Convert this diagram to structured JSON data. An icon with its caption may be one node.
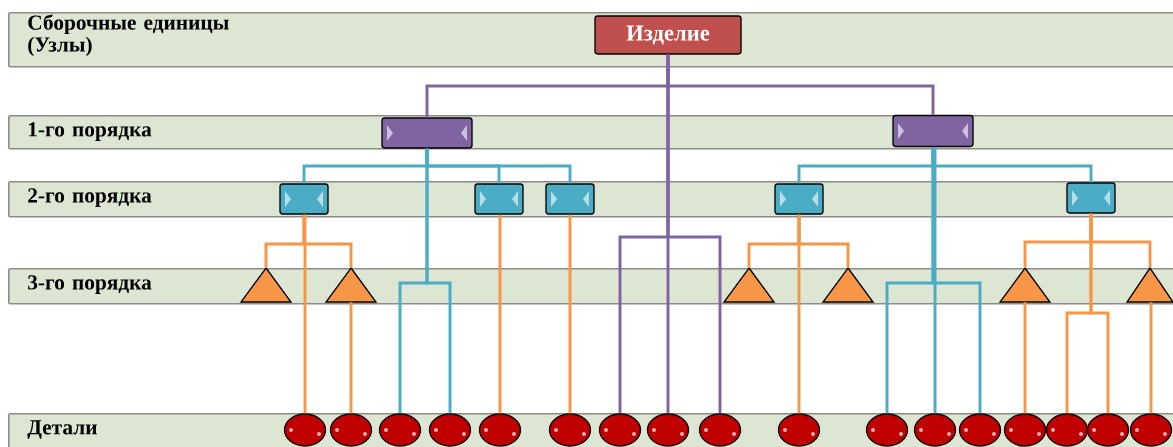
{
  "diagram": {
    "nodes": [
      {
        "text": [
          "Сборочные единицы (Узлы)"
        ]
      },
      {
        "text": [
          "Изделие"
        ],
        "in": 0
      },
      {
        "text": [
          "1-го порядка"
        ]
      },
      {
        "text": [],
        "shape": "box",
        "in": 2
      },
      {
        "text": [],
        "shape": "box",
        "in": 2
      },
      {
        "text": [
          "2-го порядка"
        ]
      },
      {
        "text": [],
        "shape": "box",
        "in": 5
      },
      {
        "text": [],
        "shape": "box",
        "in": 5
      },
      {
        "text": [],
        "shape": "box",
        "in": 5
      },
      {
        "text": [],
        "shape": "box",
        "in": 5
      },
      {
        "text": [],
        "shape": "box",
        "in": 5
      },
      {
        "text": [
          "3-го порядка"
        ]
      },
      {
        "text": [],
        "shape": "triangle",
        "in": 11
      },
      {
        "text": [],
        "shape": "triangle",
        "in": 11
      },
      {
        "text": [],
        "shape": "triangle",
        "in": 11
      },
      {
        "text": [],
        "shape": "triangle",
        "in": 11
      },
      {
        "text": [],
        "shape": "triangle",
        "in": 11
      },
      {
        "text": [],
        "shape": "triangle",
        "in": 11
      },
      {
        "text": [
          "Детали"
        ]
      },
      {
        "text": [],
        "shape": "ellipse",
        "in": 18
      },
      {
        "text": [],
        "shape": "ellipse",
        "in": 18
      },
      {
        "text": [],
        "shape": "ellipse",
        "in": 18
      },
      {
        "text": [],
        "shape": "ellipse",
        "in": 18
      },
      {
        "text": [],
        "shape": "ellipse",
        "in": 18
      },
      {
        "text": [],
        "shape": "ellipse",
        "in": 18
      },
      {
        "text": [],
        "shape": "ellipse",
        "in": 18
      },
      {
        "text": [],
        "shape": "ellipse",
        "in": 18
      },
      {
        "text": [],
        "shape": "ellipse",
        "in": 18
      },
      {
        "text": [],
        "shape": "ellipse",
        "in": 18
      },
      {
        "text": [],
        "shape": "ellipse",
        "in": 18
      },
      {
        "text": [],
        "shape": "ellipse",
        "in": 18
      },
      {
        "text": [],
        "shape": "ellipse",
        "in": 18
      },
      {
        "text": [],
        "shape": "ellipse",
        "in": 18
      },
      {
        "text": [],
        "shape": "ellipse",
        "in": 18
      },
      {
        "text": [],
        "shape": "ellipse",
        "in": 18
      },
      {
        "text": [],
        "shape": "ellipse",
        "in": 18
      }
    ],
    "edges": [
      {
        "from": 1,
        "to": 3,
        "arrow": "none",
        "color": "#8064a2"
      },
      {
        "from": 1,
        "to": 4,
        "arrow": "none",
        "color": "#8064a2"
      },
      {
        "from": 1,
        "to": 25,
        "arrow": "none",
        "color": "#8064a2"
      },
      {
        "from": 1,
        "to": 26,
        "arrow": "none",
        "color": "#8064a2"
      },
      {
        "from": 1,
        "to": 27,
        "arrow": "none",
        "color": "#8064a2"
      },
      {
        "from": 3,
        "to": 6,
        "arrow": "none",
        "color": "#4bacc6"
      },
      {
        "from": 3,
        "to": 7,
        "arrow": "none",
        "color": "#4bacc6"
      },
      {
        "from": 3,
        "to": 8,
        "arrow": "none",
        "color": "#4bacc6"
      },
      {
        "from": 3,
        "to": 21,
        "arrow": "none",
        "color": "#4bacc6"
      },
      {
        "from": 3,
        "to": 22,
        "arrow": "none",
        "color": "#4bacc6"
      },
      {
        "from": 4,
        "to": 9,
        "arrow": "none",
        "color": "#4bacc6"
      },
      {
        "from": 4,
        "to": 10,
        "arrow": "none",
        "color": "#4bacc6"
      },
      {
        "from": 4,
        "to": 29,
        "arrow": "none",
        "color": "#4bacc6"
      },
      {
        "from": 4,
        "to": 30,
        "arrow": "none",
        "color": "#4bacc6"
      },
      {
        "from": 4,
        "to": 31,
        "arrow": "none",
        "color": "#4bacc6"
      },
      {
        "from": 6,
        "to": 12,
        "arrow": "none"
      },
      {
        "from": 6,
        "to": 13,
        "arrow": "none"
      },
      {
        "from": 6,
        "to": 19,
        "arrow": "none"
      },
      {
        "from": 13,
        "to": 20,
        "arrow": "none"
      },
      {
        "from": 7,
        "to": 23,
        "arrow": "none"
      },
      {
        "from": 8,
        "to": 24,
        "arrow": "none"
      },
      {
        "from": 9,
        "to": 14,
        "arrow": "none"
      },
      {
        "from": 9,
        "to": 15,
        "arrow": "none"
      },
      {
        "from": 9,
        "to": 28,
        "arrow": "none"
      },
      {
        "from": 10,
        "to": 16,
        "arrow": "none"
      },
      {
        "from": 10,
        "to": 17,
        "arrow": "none"
      },
      {
        "from": 10,
        "to": 33,
        "arrow": "none"
      },
      {
        "from": 10,
        "to": 34,
        "arrow": "none"
      },
      {
        "from": 16,
        "to": 32,
        "arrow": "none"
      },
      {
        "from": 17,
        "to": 35,
        "arrow": "none"
      }
    ]
  }
}
